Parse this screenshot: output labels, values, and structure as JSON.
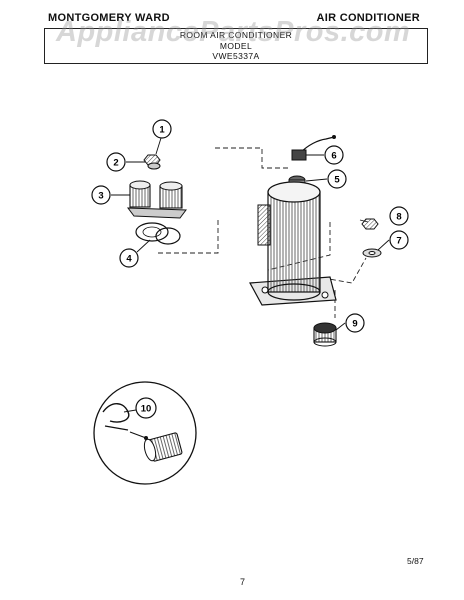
{
  "header": {
    "brand": "MONTGOMERY WARD",
    "category": "AIR CONDITIONER",
    "title_line1": "ROOM AIR CONDITIONER",
    "title_line2": "MODEL",
    "title_line3": "VWE5337A"
  },
  "watermark": "AppliancePartsPros.com",
  "callouts": [
    "1",
    "2",
    "3",
    "4",
    "5",
    "6",
    "7",
    "8",
    "9",
    "10"
  ],
  "footer": {
    "date_code": "5/87",
    "page": "7"
  }
}
